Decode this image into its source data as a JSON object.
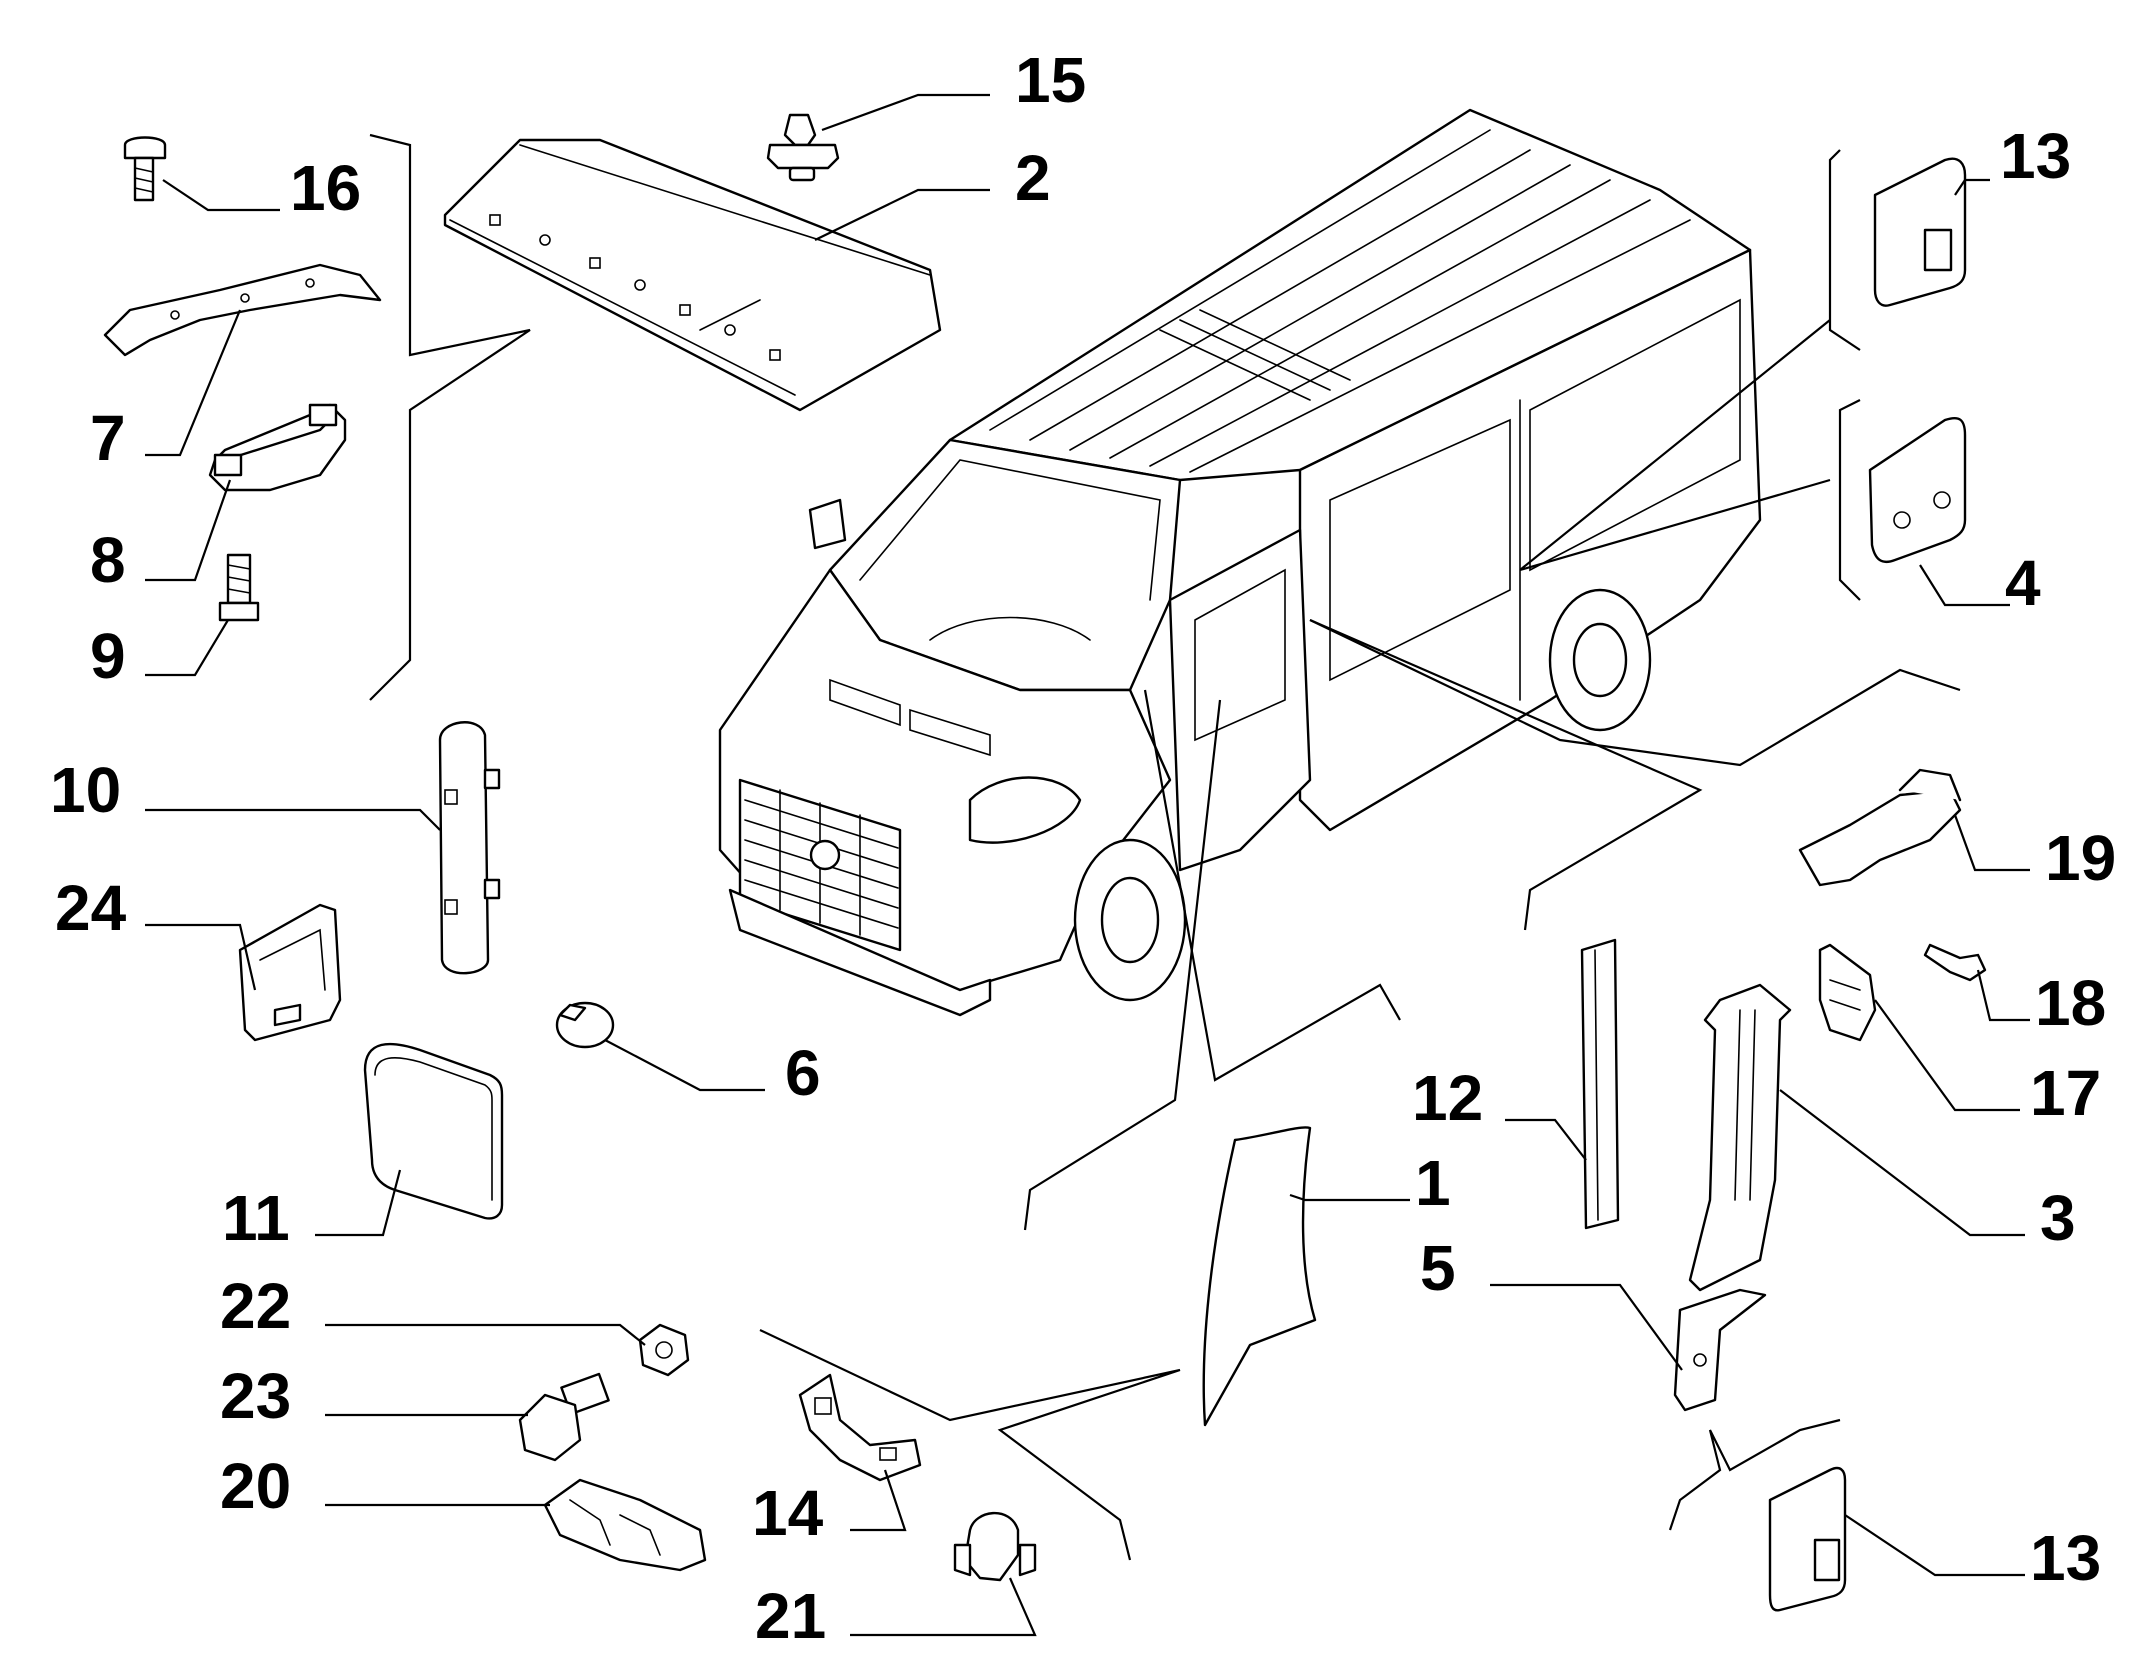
{
  "callouts": [
    {
      "id": "c15",
      "text": "15"
    },
    {
      "id": "c2",
      "text": "2"
    },
    {
      "id": "c16",
      "text": "16"
    },
    {
      "id": "c7",
      "text": "7"
    },
    {
      "id": "c8",
      "text": "8"
    },
    {
      "id": "c9",
      "text": "9"
    },
    {
      "id": "c10",
      "text": "10"
    },
    {
      "id": "c24",
      "text": "24"
    },
    {
      "id": "c6",
      "text": "6"
    },
    {
      "id": "c11",
      "text": "11"
    },
    {
      "id": "c22",
      "text": "22"
    },
    {
      "id": "c23",
      "text": "23"
    },
    {
      "id": "c20",
      "text": "20"
    },
    {
      "id": "c14",
      "text": "14"
    },
    {
      "id": "c21",
      "text": "21"
    },
    {
      "id": "c1",
      "text": "1"
    },
    {
      "id": "c12",
      "text": "12"
    },
    {
      "id": "c5",
      "text": "5"
    },
    {
      "id": "c13a",
      "text": "13"
    },
    {
      "id": "c4",
      "text": "4"
    },
    {
      "id": "c19",
      "text": "19"
    },
    {
      "id": "c18",
      "text": "18"
    },
    {
      "id": "c17",
      "text": "17"
    },
    {
      "id": "c3",
      "text": "3"
    },
    {
      "id": "c13b",
      "text": "13"
    }
  ],
  "colors": {
    "ink": "#000000",
    "paper": "#ffffff"
  }
}
